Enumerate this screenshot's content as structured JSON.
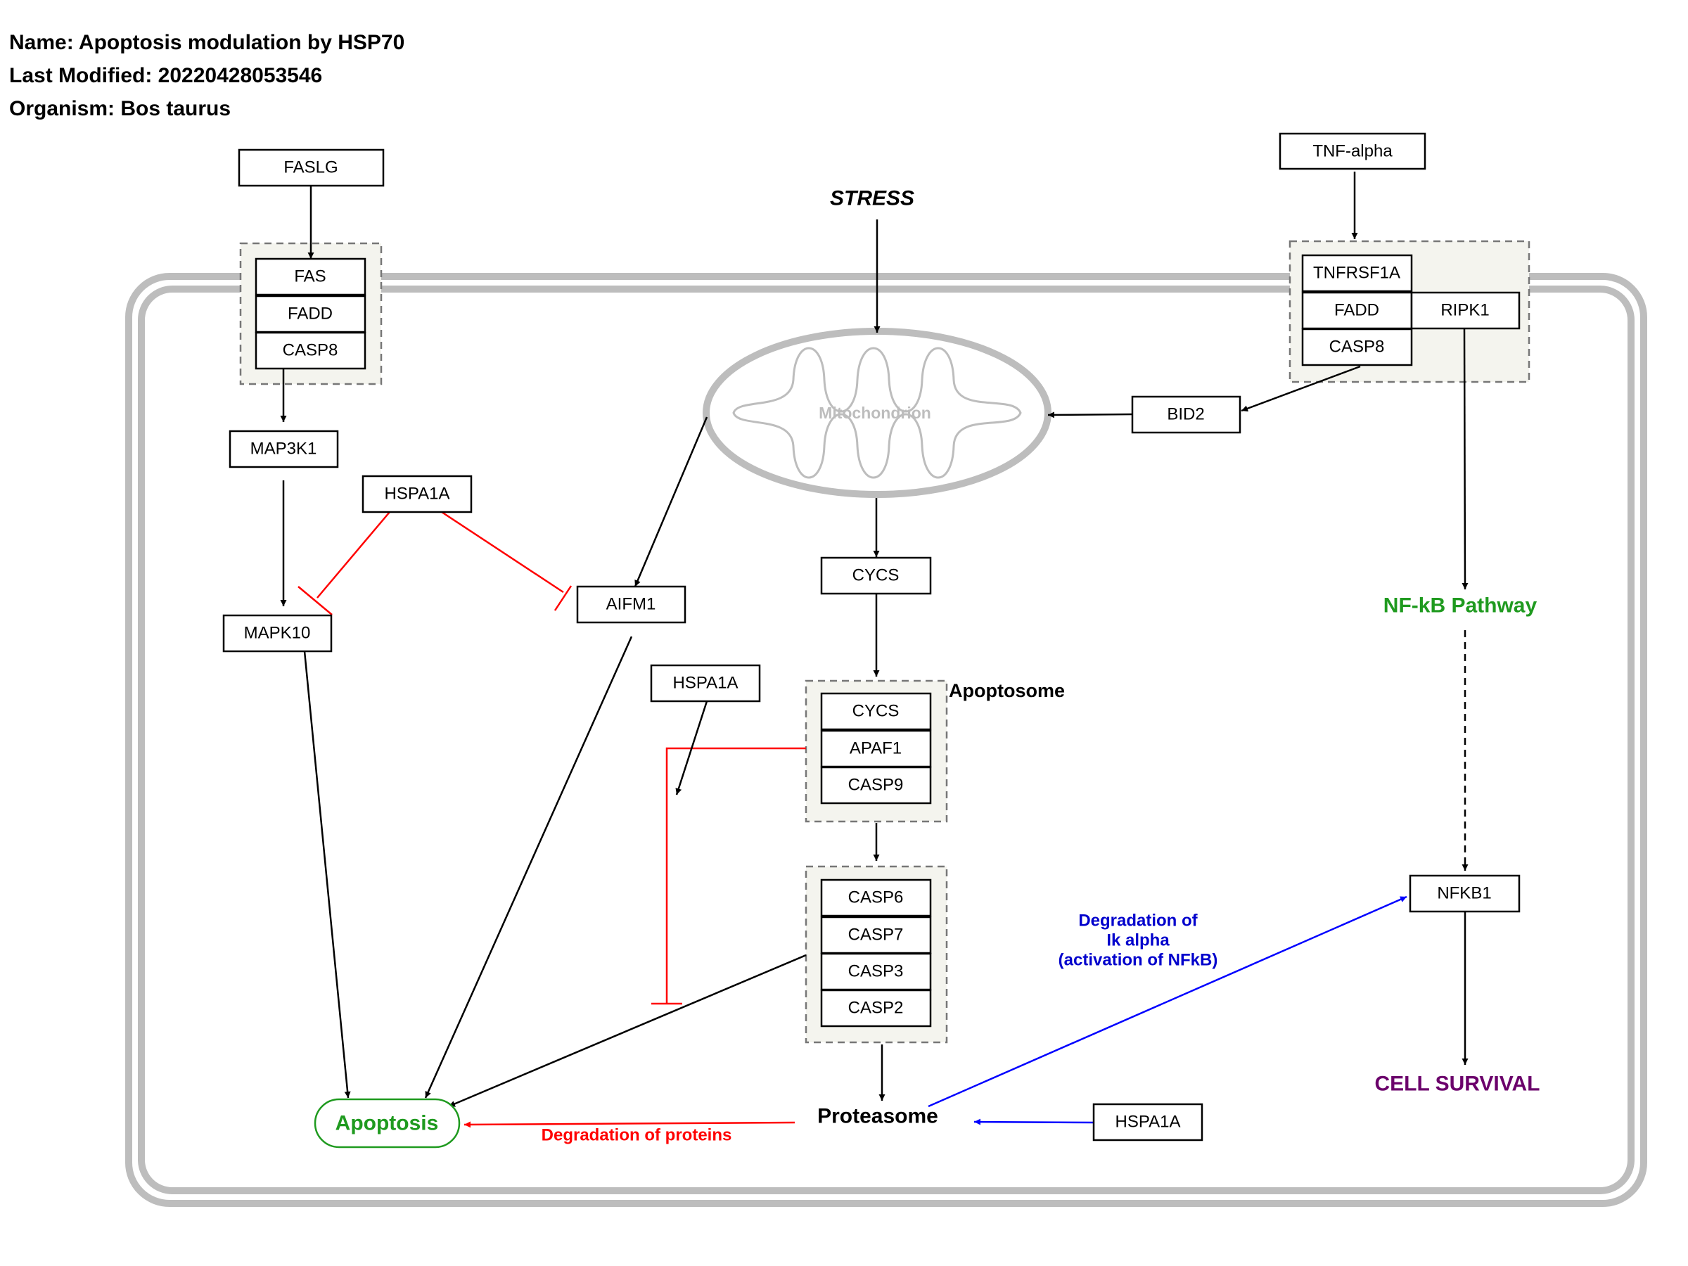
{
  "header": {
    "name_line": "Name: Apoptosis modulation by HSP70",
    "modified_line": "Last Modified: 20220428053546",
    "organism_line": "Organism: Bos taurus"
  },
  "nodes": {
    "fasl": "FASLG",
    "fas": "FAS",
    "fadd1": "FADD",
    "casp8a": "CASP8",
    "map3k1": "MAP3K1",
    "hspa1a_top": "HSPA1A",
    "mapk10": "MAPK10",
    "aifm1": "AIFM1",
    "hspa1a_mid": "HSPA1A",
    "cycs_free": "CYCS",
    "cycs_apo": "CYCS",
    "apaf1": "APAF1",
    "casp9": "CASP9",
    "casp6": "CASP6",
    "casp7": "CASP7",
    "casp3": "CASP3",
    "casp2": "CASP2",
    "tnf": "TNF-alpha",
    "tnfrsf1a": "TNFRSF1A",
    "fadd2": "FADD",
    "ripk1": "RIPK1",
    "casp8b": "CASP8",
    "bid2": "BID2",
    "nfkb1": "NFKB1",
    "hspa1a_bottom": "HSPA1A"
  },
  "labels": {
    "stress": "STRESS",
    "mitochondrion": "Mitochondrion",
    "apoptosome": "Apoptosome",
    "nfkb_pathway": "NF-kB Pathway",
    "cell_survival": "CELL SURVIVAL",
    "apoptosis": "Apoptosis",
    "proteasome": "Proteasome",
    "degradation_proteins": "Degradation of proteins",
    "degradation_ik_1": "Degradation of",
    "degradation_ik_2": "Ik alpha",
    "degradation_ik_3": "(activation of NFkB)"
  },
  "colors": {
    "inhibition": "#ff0000",
    "activation_blue": "#0000ff",
    "apoptosis_green": "#1f9a1f",
    "nfkb_green": "#1f9a1f",
    "survival_purple": "#6b006b",
    "cell_membrane": "#bdbdbd",
    "group_fill": "#f4f4ee"
  }
}
